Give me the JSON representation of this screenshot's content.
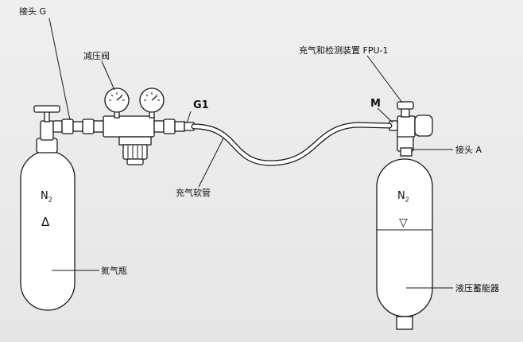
{
  "labels": {
    "connector_g": "接头 G",
    "pressure_reducer": "减压阀",
    "g1": "G1",
    "charging_device": "充气和检测装置 FPU-1",
    "m": "M",
    "connector_a": "接头 A",
    "charging_hose": "充气软管",
    "nitrogen_bottle": "氮气瓶",
    "accumulator": "液压蓄能器"
  },
  "symbols": {
    "n2_main": "N",
    "n2_sub": "2",
    "delta": "Δ",
    "triangle_down": "▽"
  },
  "colors": {
    "stroke": "#1a1a1a",
    "fill": "#ffffff",
    "background": "#ececec"
  }
}
